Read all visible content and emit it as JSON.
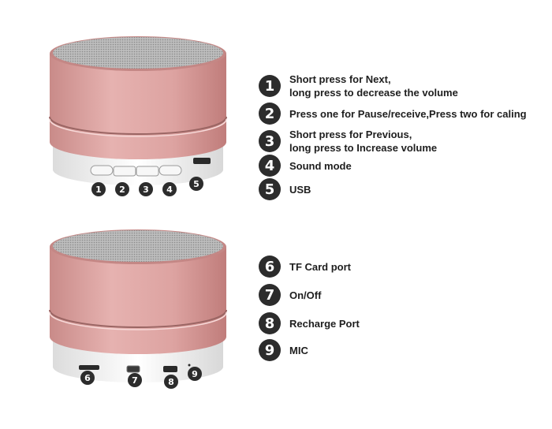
{
  "top_legend": [
    {
      "num": "1",
      "line1": "Short press for Next,",
      "line2": "long press to decrease the volume"
    },
    {
      "num": "2",
      "line1": "Press one for Pause/receive,Press two for caling",
      "line2": ""
    },
    {
      "num": "3",
      "line1": "Short press for Previous,",
      "line2": "long press to Increase volume"
    },
    {
      "num": "4",
      "line1": "Sound mode",
      "line2": ""
    },
    {
      "num": "5",
      "line1": "USB",
      "line2": ""
    }
  ],
  "bottom_legend": [
    {
      "num": "6",
      "line1": "TF Card port"
    },
    {
      "num": "7",
      "line1": "On/Off"
    },
    {
      "num": "8",
      "line1": "Recharge Port"
    },
    {
      "num": "9",
      "line1": "MIC"
    }
  ],
  "callouts_top": [
    "1",
    "2",
    "3",
    "4",
    "5"
  ],
  "callouts_bottom": [
    "6",
    "7",
    "8",
    "9"
  ],
  "colors": {
    "rose_gold": "#dba19f",
    "rose_gold_dark": "#c27f7d",
    "base_white": "#f2f2f2",
    "badge": "#2c2c2c"
  }
}
